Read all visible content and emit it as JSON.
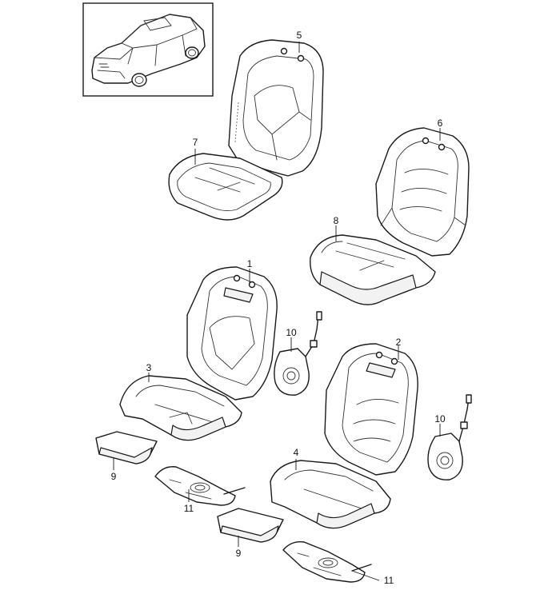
{
  "callouts": [
    {
      "id": "c5",
      "label": "5"
    },
    {
      "id": "c6",
      "label": "6"
    },
    {
      "id": "c7",
      "label": "7"
    },
    {
      "id": "c8",
      "label": "8"
    },
    {
      "id": "c1",
      "label": "1"
    },
    {
      "id": "c10a",
      "label": "10"
    },
    {
      "id": "c3",
      "label": "3"
    },
    {
      "id": "c2",
      "label": "2"
    },
    {
      "id": "c10b",
      "label": "10"
    },
    {
      "id": "c4",
      "label": "4"
    },
    {
      "id": "c9a",
      "label": "9"
    },
    {
      "id": "c11a",
      "label": "11"
    },
    {
      "id": "c9b",
      "label": "9"
    },
    {
      "id": "c11b",
      "label": "11"
    }
  ],
  "colors": {
    "line": "#1a1a1a",
    "background": "#ffffff",
    "shade": "#f2f2f2"
  }
}
